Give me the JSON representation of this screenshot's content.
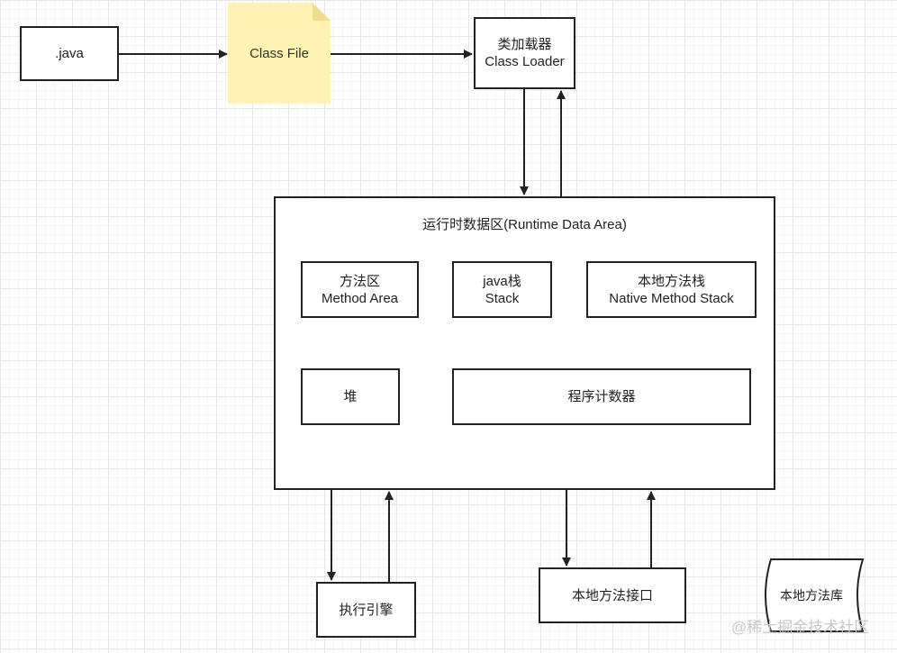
{
  "java_source": {
    "label": ".java"
  },
  "class_file": {
    "label": "Class File"
  },
  "class_loader": {
    "label_cn": "类加载器",
    "label_en": "Class Loader"
  },
  "runtime_data_area": {
    "title": "运行时数据区(Runtime Data Area)",
    "method_area": {
      "label_cn": "方法区",
      "label_en": "Method Area"
    },
    "java_stack": {
      "label_cn": "java栈",
      "label_en": "Stack"
    },
    "native_method_stack": {
      "label_cn": "本地方法栈",
      "label_en": "Native Method Stack"
    },
    "heap": {
      "label": "堆"
    },
    "program_counter": {
      "label": "程序计数器"
    }
  },
  "execution_engine": {
    "label": "执行引擎"
  },
  "native_interface": {
    "label": "本地方法接口"
  },
  "native_library": {
    "label": "本地方法库"
  },
  "watermark": {
    "text": "@稀土掘金技术社区"
  },
  "colors": {
    "class_file_fill": "#fff2b3",
    "line": "#222222"
  }
}
